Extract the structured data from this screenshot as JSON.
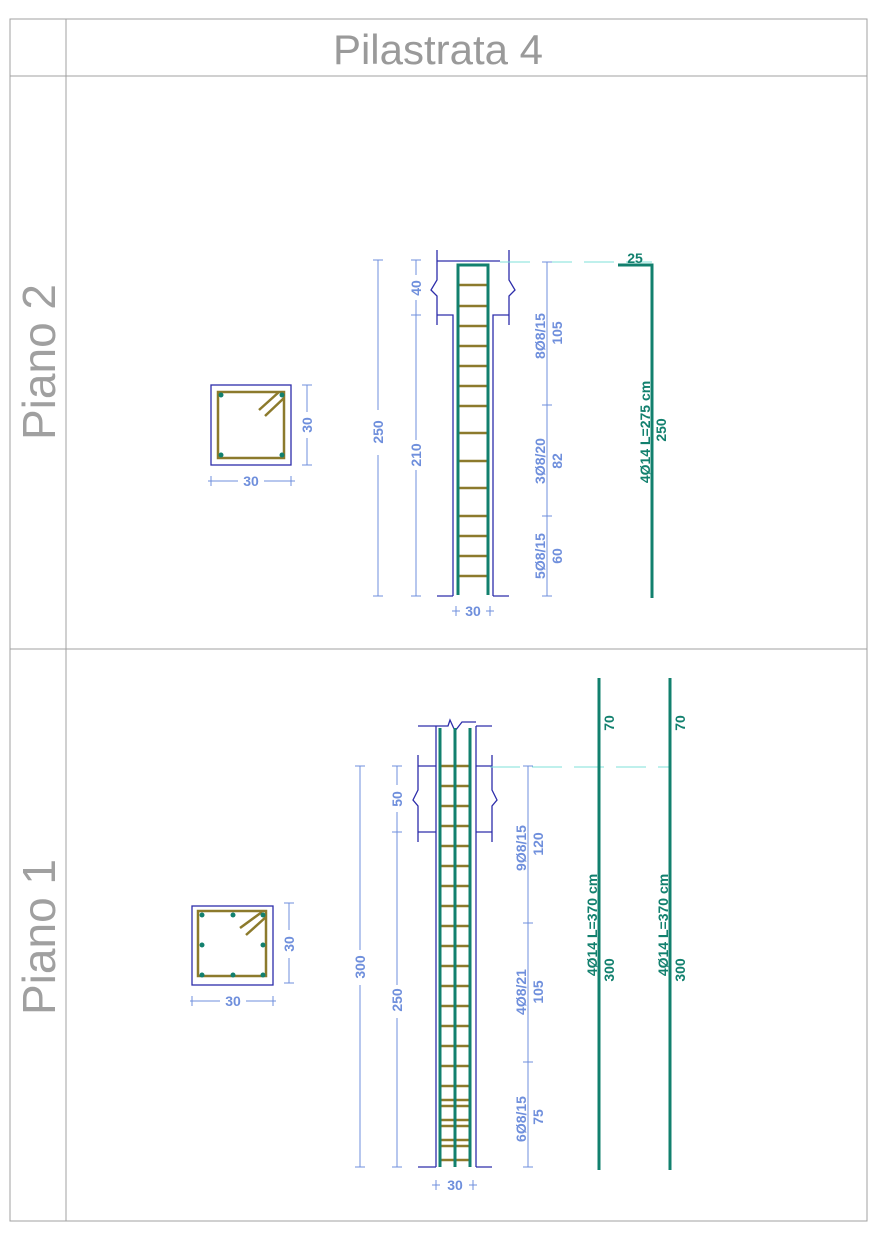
{
  "title": "Pilastrata 4",
  "floors": {
    "piano2": {
      "label": "Piano 2",
      "section": {
        "width": "30",
        "height": "30"
      },
      "dims": {
        "total": "250",
        "beam": "40",
        "clear": "210",
        "width": "30"
      },
      "stirrup_zones": [
        {
          "spec": "8Ø8/15",
          "length": "105"
        },
        {
          "spec": "3Ø8/20",
          "length": "82"
        },
        {
          "spec": "5Ø8/15",
          "length": "60"
        }
      ],
      "bars": [
        {
          "spec": "4Ø14 L=275 cm",
          "length": "250",
          "hook": "25"
        }
      ]
    },
    "piano1": {
      "label": "Piano 1",
      "section": {
        "width": "30",
        "height": "30"
      },
      "dims": {
        "total": "300",
        "beam": "50",
        "clear": "250",
        "width": "30"
      },
      "stirrup_zones": [
        {
          "spec": "9Ø8/15",
          "length": "120"
        },
        {
          "spec": "4Ø8/21",
          "length": "105"
        },
        {
          "spec": "6Ø8/15",
          "length": "75"
        }
      ],
      "bars": [
        {
          "spec": "4Ø14 L=370 cm",
          "length": "300",
          "lap": "70"
        },
        {
          "spec": "4Ø14 L=370 cm",
          "length": "300",
          "lap": "70"
        }
      ]
    }
  }
}
